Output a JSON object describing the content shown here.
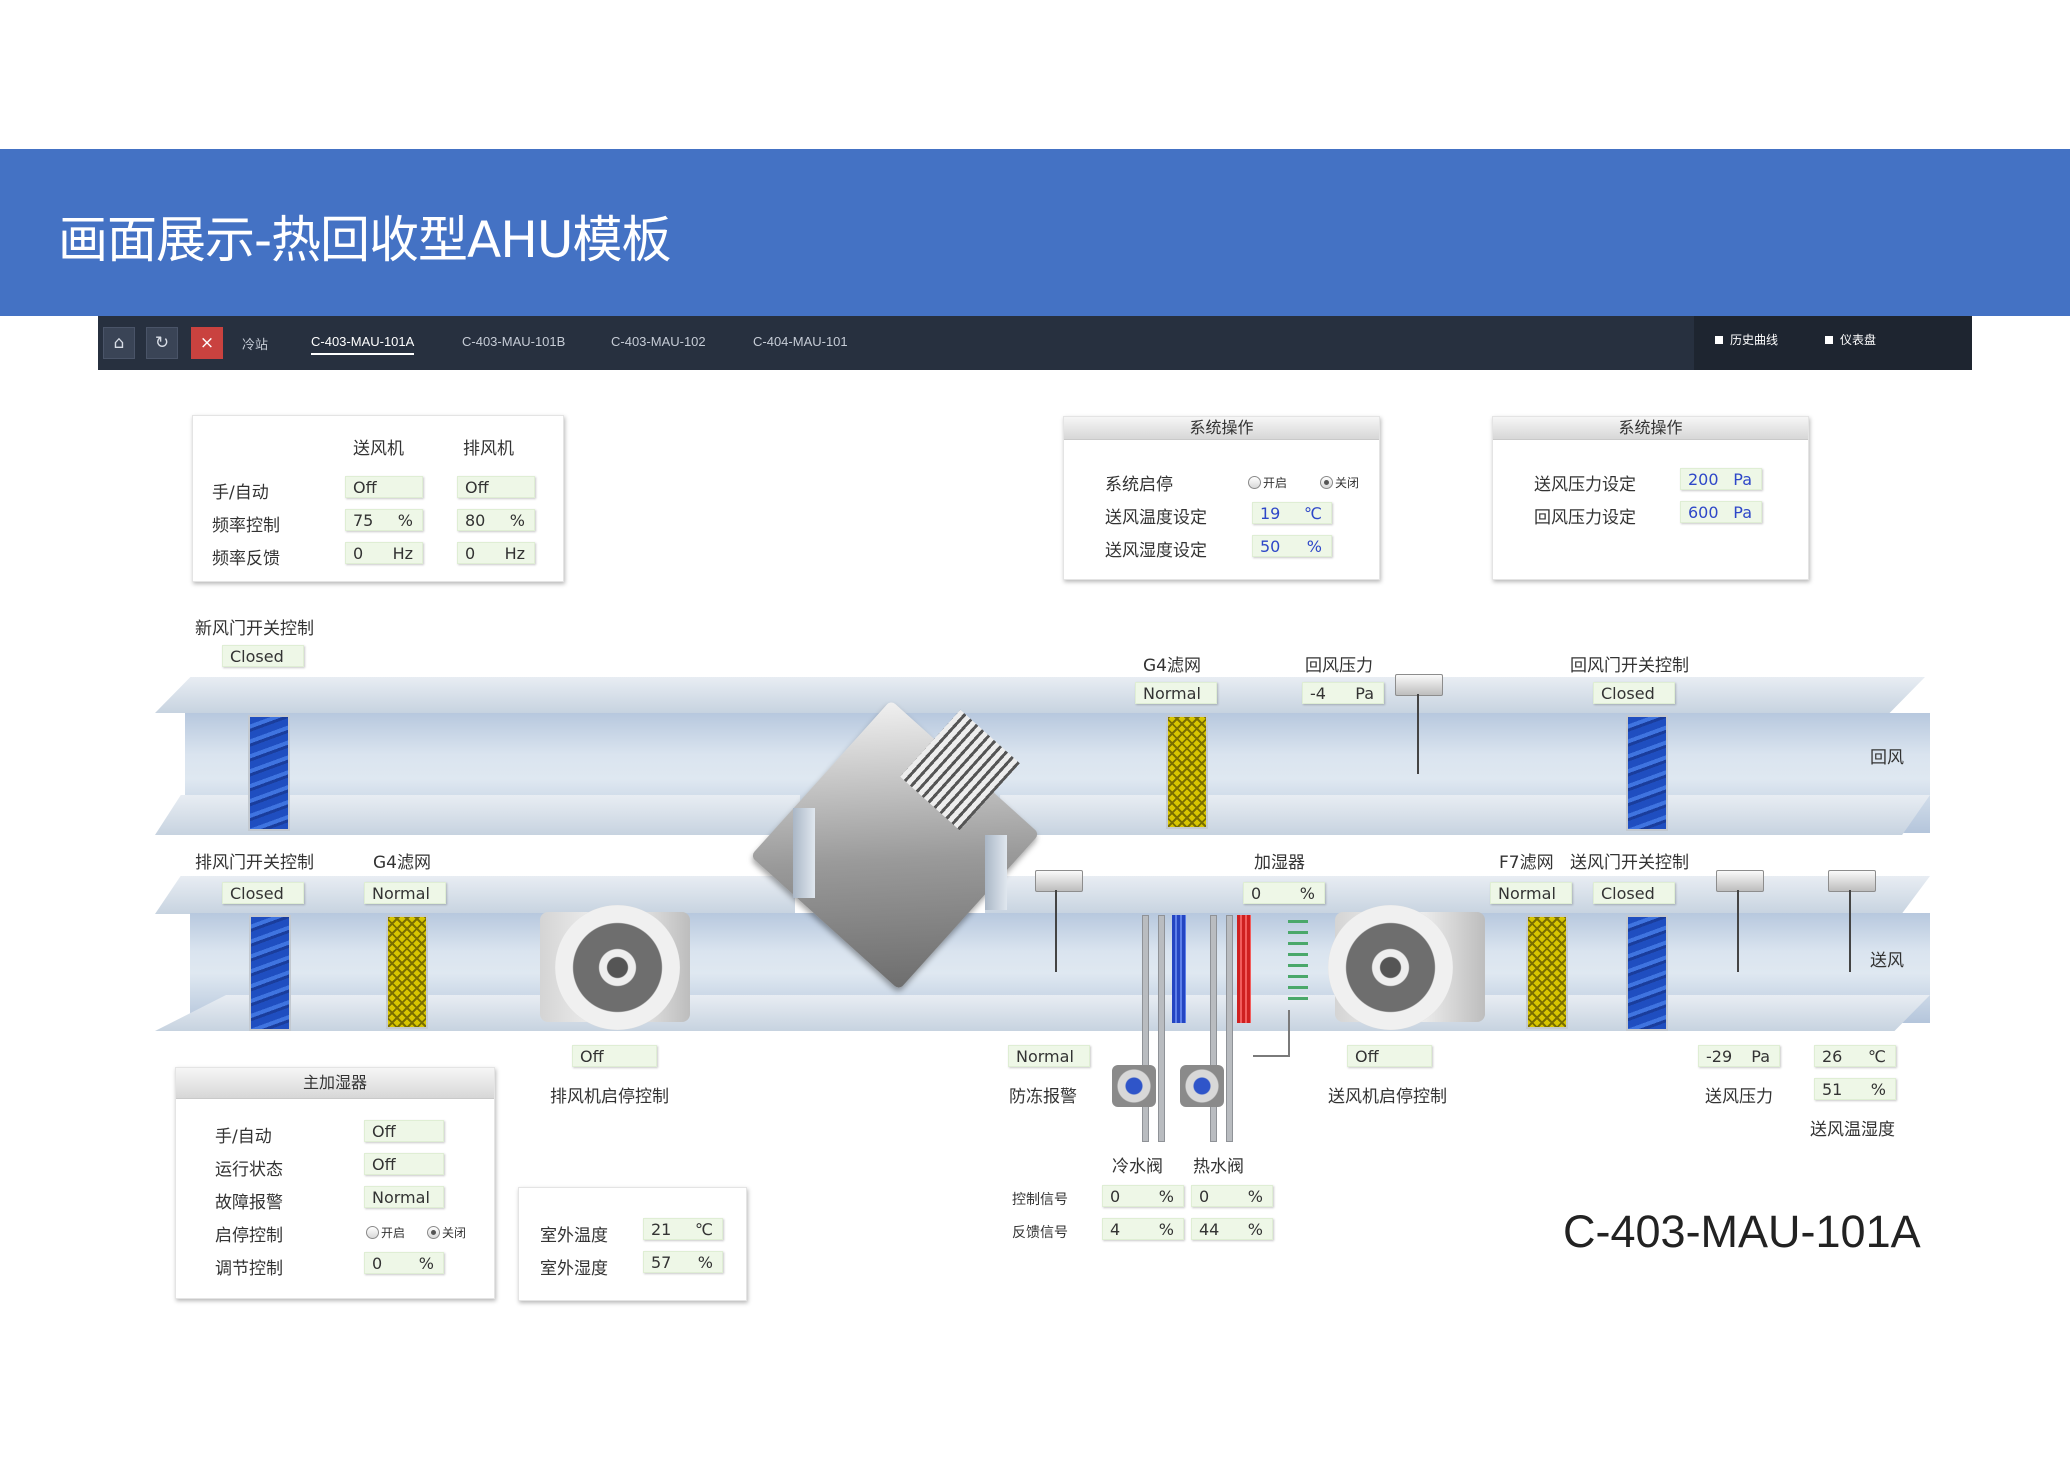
{
  "banner": {
    "title": "画面展示-热回收型AHU模板"
  },
  "nav": {
    "tabs": [
      "冷站",
      "C-403-MAU-101A",
      "C-403-MAU-101B",
      "C-403-MAU-102",
      "C-404-MAU-101"
    ],
    "active_tab": "C-403-MAU-101A",
    "links": [
      "历史曲线",
      "仪表盘"
    ],
    "icons": {
      "home": "⌂",
      "refresh": "↻",
      "close": "×"
    }
  },
  "fan_panel": {
    "col_supply": "送风机",
    "col_exhaust": "排风机",
    "row_mode": "手/自动",
    "row_freq_ctrl": "频率控制",
    "row_freq_fb": "频率反馈",
    "supply_mode": "Off",
    "exhaust_mode": "Off",
    "supply_freq": "75",
    "exhaust_freq": "80",
    "pct": "%",
    "supply_fb": "0",
    "exhaust_fb": "0",
    "hz": "Hz"
  },
  "sys_op1": {
    "title": "系统操作",
    "start_stop": "系统启停",
    "opt_on": "开启",
    "opt_off": "关闭",
    "temp_label": "送风温度设定",
    "temp_value": "19",
    "temp_unit": "℃",
    "hum_label": "送风湿度设定",
    "hum_value": "50",
    "hum_unit": "%"
  },
  "sys_op2": {
    "title": "系统操作",
    "supply_p_label": "送风压力设定",
    "supply_p_value": "200",
    "supply_p_unit": "Pa",
    "return_p_label": "回风压力设定",
    "return_p_value": "600",
    "return_p_unit": "Pa"
  },
  "diagram": {
    "fresh_damper_label": "新风门开关控制",
    "fresh_damper_state": "Closed",
    "g4_return_label": "G4滤网",
    "g4_return_state": "Normal",
    "return_pressure_label": "回风压力",
    "return_pressure_value": "-4",
    "pa": "Pa",
    "return_damper_label": "回风门开关控制",
    "return_damper_state": "Closed",
    "return_air": "回风",
    "exhaust_damper_label": "排风门开关控制",
    "exhaust_damper_state": "Closed",
    "g4_exhaust_label": "G4滤网",
    "g4_exhaust_state": "Normal",
    "humidifier_label": "加湿器",
    "humidifier_value": "0",
    "pct": "%",
    "f7_label": "F7滤网",
    "f7_state": "Normal",
    "supply_damper_label": "送风门开关控制",
    "supply_damper_state": "Closed",
    "supply_air": "送风",
    "exhaust_fan_state": "Off",
    "exhaust_fan_label": "排风机启停控制",
    "frost_state": "Normal",
    "frost_label": "防冻报警",
    "supply_fan_state": "Off",
    "supply_fan_label": "送风机启停控制",
    "supply_pressure_value": "-29",
    "supply_pressure_label": "送风压力",
    "supply_temp_value": "26",
    "temp_unit": "℃",
    "supply_hum_value": "51",
    "supply_th_label": "送风温湿度",
    "cold_valve_label": "冷水阀",
    "hot_valve_label": "热水阀",
    "ctrl_signal_label": "控制信号",
    "fb_signal_label": "反馈信号",
    "cold_ctrl": "0",
    "hot_ctrl": "0",
    "cold_fb": "4",
    "hot_fb": "44"
  },
  "humidifier_panel": {
    "title": "主加湿器",
    "mode_label": "手/自动",
    "mode_value": "Off",
    "run_label": "运行状态",
    "run_value": "Off",
    "fault_label": "故障报警",
    "fault_value": "Normal",
    "startstop_label": "启停控制",
    "opt_on": "开启",
    "opt_off": "关闭",
    "adjust_label": "调节控制",
    "adjust_value": "0",
    "pct": "%"
  },
  "outdoor_panel": {
    "temp_label": "室外温度",
    "temp_value": "21",
    "temp_unit": "℃",
    "hum_label": "室外湿度",
    "hum_value": "57",
    "hum_unit": "%"
  },
  "unit_id": "C-403-MAU-101A",
  "colors": {
    "banner": "#4472c4",
    "navbar": "#27303f",
    "field_bg": "#eef7e7",
    "value_blue": "#2e47c8"
  }
}
